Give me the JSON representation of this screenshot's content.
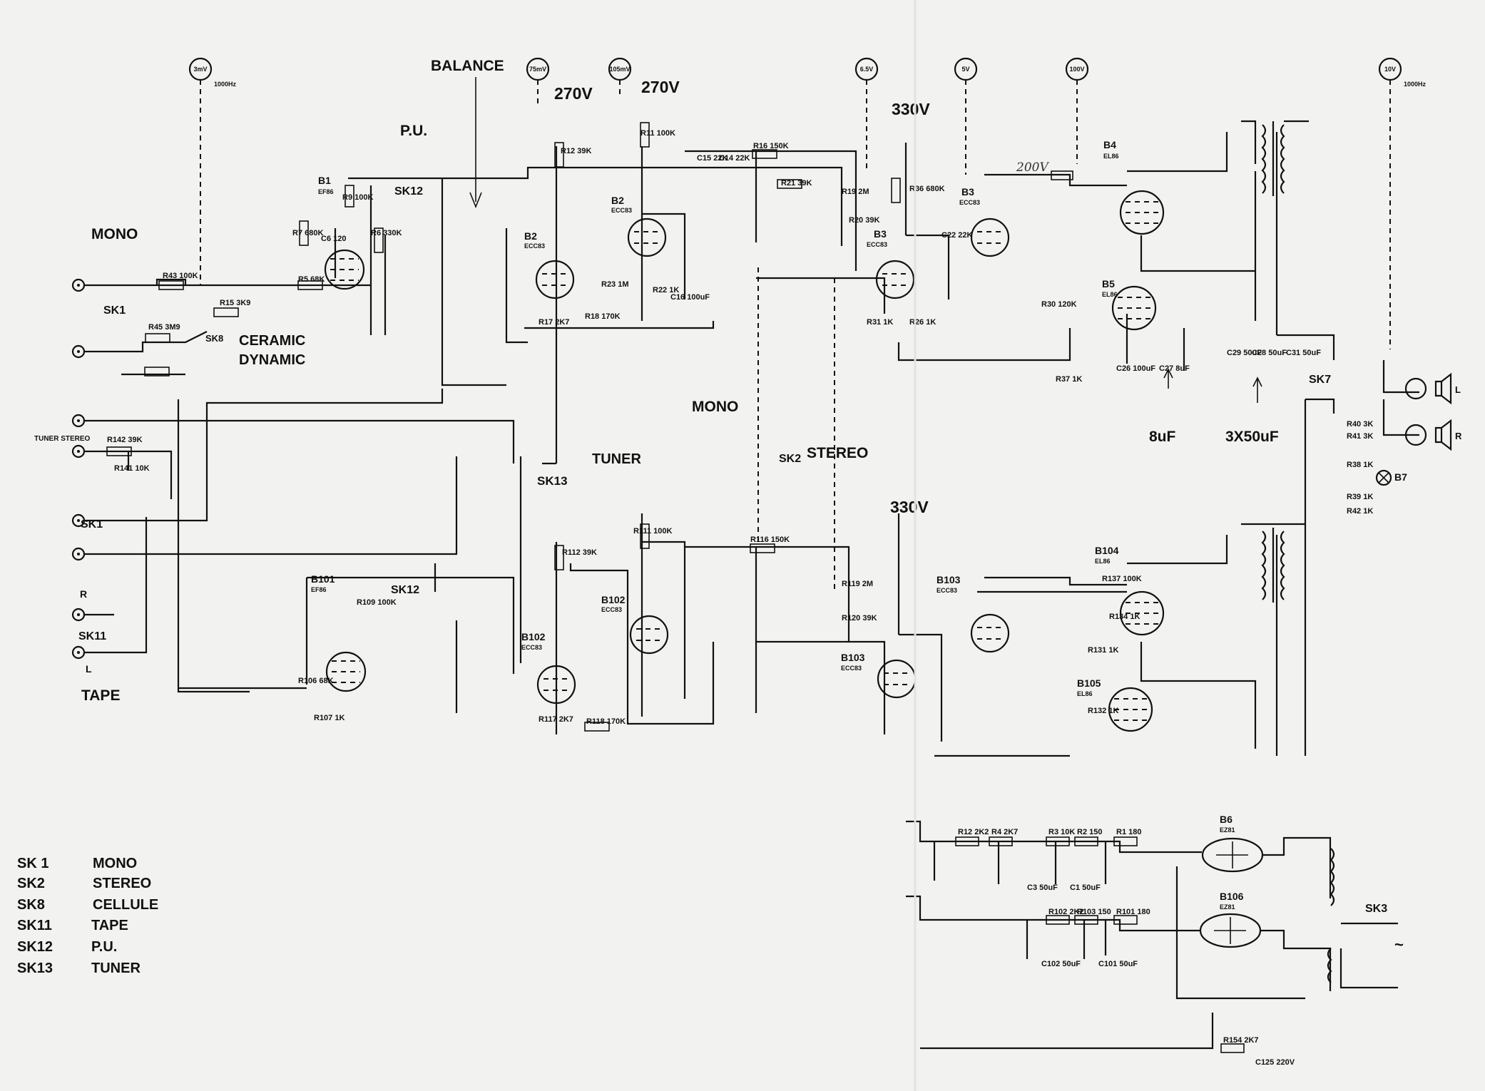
{
  "labels": {
    "balance": "BALANCE",
    "pu": "P.U.",
    "mono": "MONO",
    "ceramic": "CERAMIC",
    "dynamic": "DYNAMIC",
    "tape": "TAPE",
    "mono_mid": "MONO",
    "stereo_mid": "STEREO",
    "tuner": "TUNER",
    "tuner_stereo": "TUNER STEREO",
    "v270a": "270V",
    "v270b": "270V",
    "v330a": "330V",
    "v330b": "330V",
    "v200": "200V",
    "c8uf": "8uF",
    "c3x50": "3X50uF",
    "sk1": "SK1",
    "sk1b": "SK1",
    "sk8": "SK8",
    "sk11": "SK11",
    "sk12a": "SK12",
    "sk12b": "SK12",
    "sk13": "SK13",
    "sk2": "SK2",
    "sk3": "SK3",
    "sk7": "SK7",
    "r_ch": "R",
    "l_ch": "L"
  },
  "probes": [
    {
      "text": "3mV",
      "freq": "1000Hz"
    },
    {
      "text": "75mV",
      "freq": ""
    },
    {
      "text": "105mV",
      "freq": ""
    },
    {
      "text": "6.5V",
      "freq": ""
    },
    {
      "text": "5V",
      "freq": ""
    },
    {
      "text": "100V",
      "freq": ""
    },
    {
      "text": "10V",
      "freq": "1000Hz"
    }
  ],
  "tubes": [
    {
      "name": "B1",
      "type": "EF86"
    },
    {
      "name": "B2",
      "type": "ECC83"
    },
    {
      "name": "B2",
      "type": "ECC83"
    },
    {
      "name": "B3",
      "type": "ECC83"
    },
    {
      "name": "B3",
      "type": "ECC83"
    },
    {
      "name": "B4",
      "type": "EL86"
    },
    {
      "name": "B5",
      "type": "EL86"
    },
    {
      "name": "B101",
      "type": "EF86"
    },
    {
      "name": "B102",
      "type": "ECC83"
    },
    {
      "name": "B102",
      "type": "ECC83"
    },
    {
      "name": "B103",
      "type": "ECC83"
    },
    {
      "name": "B103",
      "type": "ECC83"
    },
    {
      "name": "B104",
      "type": "EL86"
    },
    {
      "name": "B105",
      "type": "EL86"
    },
    {
      "name": "B6",
      "type": "EZ81"
    },
    {
      "name": "B106",
      "type": "EZ81"
    }
  ],
  "components": [
    "R43 100K",
    "R45 3M9",
    "R15 3K9",
    "R5 68K",
    "R9 100K",
    "R7 680K",
    "C6 120",
    "R6 330K",
    "R141 10K",
    "R142 39K",
    "R12 39K",
    "R11 100K",
    "C15 22K",
    "C14 22K",
    "R16 150K",
    "R21 39K",
    "R19 2M",
    "R20 39K",
    "R23 1M",
    "R22 1K",
    "C16 100uF",
    "R18 170K",
    "R17 2K7",
    "R36 680K",
    "C22 22K",
    "R31 1K",
    "R26 1K",
    "R30 120K",
    "R37 1K",
    "R41 3K",
    "R38 1K",
    "R40 3K",
    "R39 1K",
    "R42 1K",
    "C26 100uF",
    "C27 8uF",
    "C28 50uF",
    "C29 50uF",
    "C31 50uF",
    "R109 100K",
    "R107 1K",
    "R106 68K",
    "R112 39K",
    "R111 100K",
    "R116 150K",
    "R119 2M",
    "R120 39K",
    "R118 170K",
    "R117 2K7",
    "R137 100K",
    "R134 1K",
    "R131 1K",
    "R132 1K",
    "R12 2K2",
    "R4 2K7",
    "R3 10K",
    "R2 150",
    "R1 180",
    "R102 2K2",
    "R103 150",
    "R101 180",
    "C1 50uF",
    "C3 50uF",
    "C101 50uF",
    "C102 50uF",
    "R154 2K7",
    "C125 220V"
  ],
  "legend": [
    {
      "key": "SK 1",
      "value": "MONO"
    },
    {
      "key": "SK2",
      "value": "STEREO"
    },
    {
      "key": "SK8",
      "value": "CELLULE"
    },
    {
      "key": "SK11",
      "value": "TAPE"
    },
    {
      "key": "SK12",
      "value": "P.U."
    },
    {
      "key": "SK13",
      "value": "TUNER"
    }
  ]
}
